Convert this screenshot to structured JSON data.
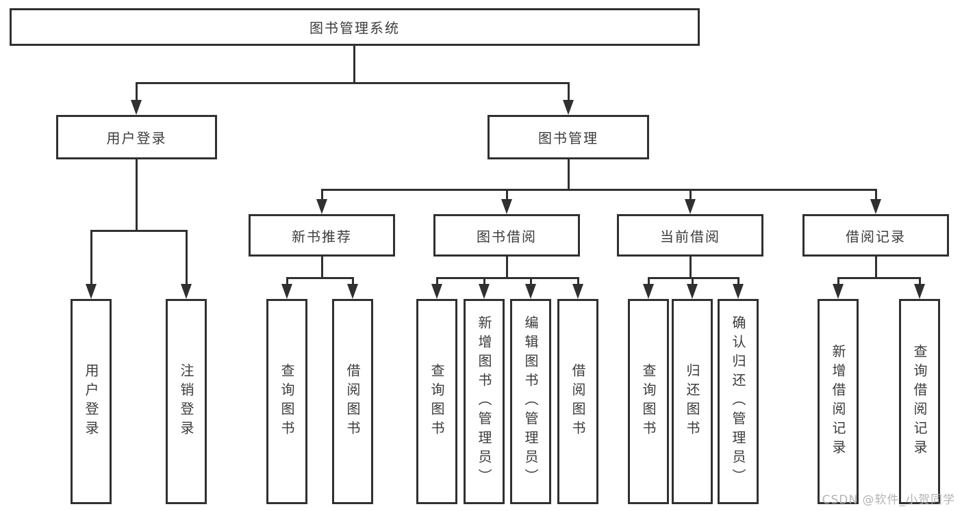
{
  "diagram": {
    "root": {
      "label": "图书管理系统"
    },
    "branches": [
      {
        "label": "用户登录",
        "children": [
          {
            "label": "用户登录"
          },
          {
            "label": "注销登录"
          }
        ]
      },
      {
        "label": "图书管理",
        "children": [
          {
            "label": "新书推荐",
            "children": [
              {
                "label": "查询图书"
              },
              {
                "label": "借阅图书"
              }
            ]
          },
          {
            "label": "图书借阅",
            "children": [
              {
                "label": "查询图书"
              },
              {
                "label": "新增图书（管理员）"
              },
              {
                "label": "编辑图书（管理员）"
              },
              {
                "label": "借阅图书"
              }
            ]
          },
          {
            "label": "当前借阅",
            "children": [
              {
                "label": "查询图书"
              },
              {
                "label": "归还图书"
              },
              {
                "label": "确认归还（管理员）"
              }
            ]
          },
          {
            "label": "借阅记录",
            "children": [
              {
                "label": "新增借阅记录"
              },
              {
                "label": "查询借阅记录"
              }
            ]
          }
        ]
      }
    ],
    "watermark": "CSDN @软件_小贺同学",
    "colors": {
      "line": "#303030",
      "text": "#3c3c3c",
      "background": "#ffffff",
      "watermark": "#b3b3b3"
    }
  }
}
